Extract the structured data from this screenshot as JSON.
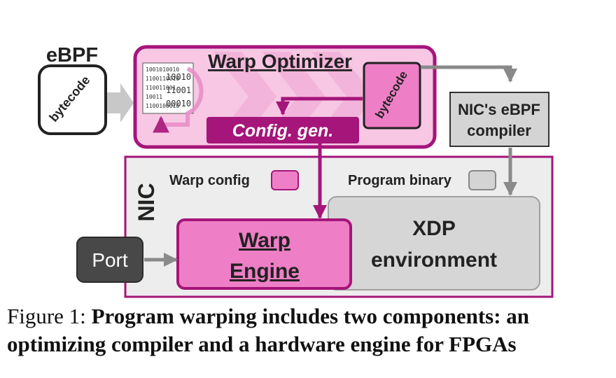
{
  "ebpf": {
    "heading": "eBPF",
    "bytecode_label": "bytecode"
  },
  "optimizer": {
    "title": "Warp Optimizer",
    "bytecode_label": "bytecode",
    "config_gen": "Config. gen.",
    "bits": [
      "1001010010",
      "1100110010",
      "110011001",
      "10011",
      "1100100010"
    ],
    "bits_overlay": [
      "10010",
      "11001",
      "00010"
    ]
  },
  "nic_compiler": {
    "lines": [
      "NIC's eBPF",
      "compiler"
    ]
  },
  "nic": {
    "label": "NIC",
    "legend_warp_config": "Warp config",
    "legend_program_binary": "Program binary",
    "xdp_lines": [
      "XDP",
      "environment"
    ],
    "warp_engine_lines": [
      "Warp",
      "Engine"
    ],
    "port": "Port"
  },
  "caption": {
    "label": "Figure 1:",
    "text": "Program warping includes two components: an optimizing compiler and a hardware engine for FPGAs"
  },
  "colors": {
    "magenta": "#a5157a",
    "pink_fill": "#f7c7e4",
    "engine_fill": "#ee7fc6",
    "config_fill": "#a5157a",
    "grey_box": "#d4d4d4",
    "nic_bg": "#ededed",
    "port_fill": "#484848"
  }
}
